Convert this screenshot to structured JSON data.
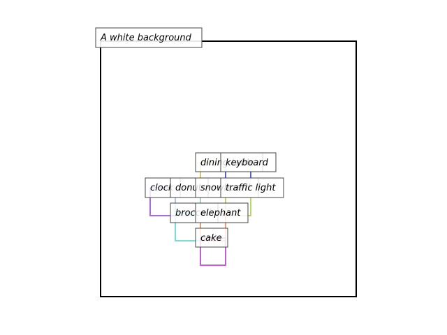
{
  "caption": "A white background",
  "objects": [
    {
      "id": "dining",
      "label": "dining table",
      "color": "#d8cc6a"
    },
    {
      "id": "keyboard",
      "label": "keyboard",
      "color": "#5b5fd0"
    },
    {
      "id": "clock",
      "label": "clock",
      "color": "#a86ce0"
    },
    {
      "id": "donut",
      "label": "donut",
      "color": "#a9c3e6"
    },
    {
      "id": "snowboard",
      "label": "snowboard",
      "color": "#a8d2d6"
    },
    {
      "id": "traffic",
      "label": "traffic light",
      "color": "#b8d86a"
    },
    {
      "id": "broccoli",
      "label": "broccoli",
      "color": "#7adcd6"
    },
    {
      "id": "elephant",
      "label": "elephant",
      "color": "#e8a070"
    },
    {
      "id": "cake",
      "label": "cake",
      "color": "#c060d0"
    }
  ]
}
